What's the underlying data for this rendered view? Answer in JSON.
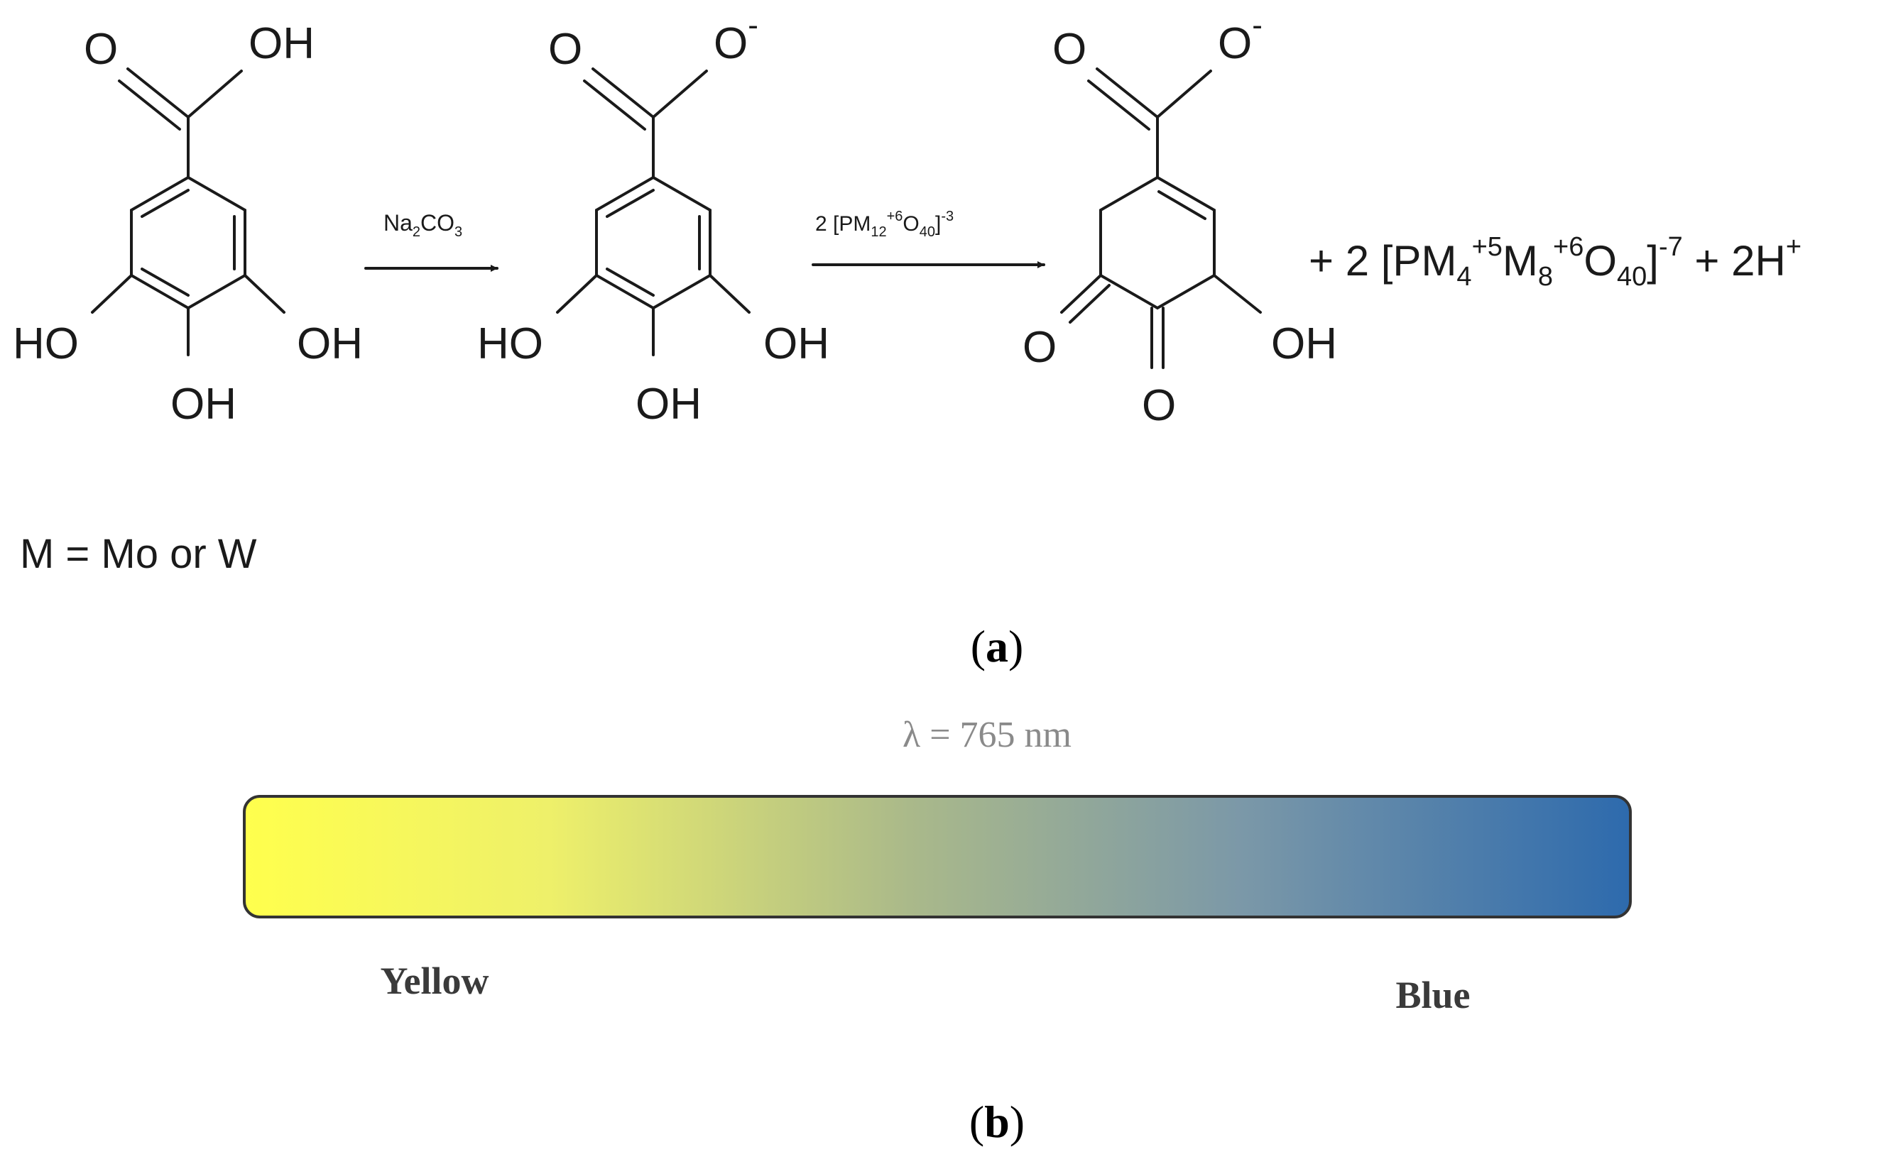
{
  "scheme": {
    "molecule1": {
      "carbonyl_o": "O",
      "acid_oh": "OH",
      "left_oh": "HO",
      "right_oh": "OH",
      "bottom_oh": "OH"
    },
    "step1": {
      "reagent_main": "Na",
      "reagent_sub1": "2",
      "reagent_mid": "CO",
      "reagent_sub2": "3"
    },
    "molecule2": {
      "carbonyl_o": "O",
      "anion_o": "O",
      "anion_charge": "-",
      "left_oh": "HO",
      "right_oh": "OH",
      "bottom_oh": "OH"
    },
    "step2": {
      "coef": "2 [PM",
      "sub1": "12",
      "sup1": "+6",
      "o": "O",
      "sub2": "40",
      "close": "]",
      "sup2": "-3"
    },
    "molecule3": {
      "carbonyl_o": "O",
      "anion_o": "O",
      "anion_charge": "-",
      "ring_o_left": "O",
      "ring_o_bottom": "O",
      "ring_oh": "OH"
    },
    "products": {
      "coef": "+ 2 [PM",
      "sub1": "4",
      "sup1": "+5",
      "m": "M",
      "sub2": "8",
      "sup2": "+6",
      "o": "O",
      "sub3": "40",
      "close": "]",
      "sup3": "-7",
      "h": " + 2H",
      "sup4": "+"
    },
    "definition": "M = Mo or W"
  },
  "panel_a_label": {
    "open": "(",
    "letter": "a",
    "close": ")"
  },
  "color_scale": {
    "wavelength": "λ = 765 nm",
    "left_label": "Yellow",
    "right_label": "Blue",
    "left_color": "#ffff4d",
    "right_color": "#2d6aad"
  },
  "panel_b_label": {
    "open": "(",
    "letter": "b",
    "close": ")"
  }
}
